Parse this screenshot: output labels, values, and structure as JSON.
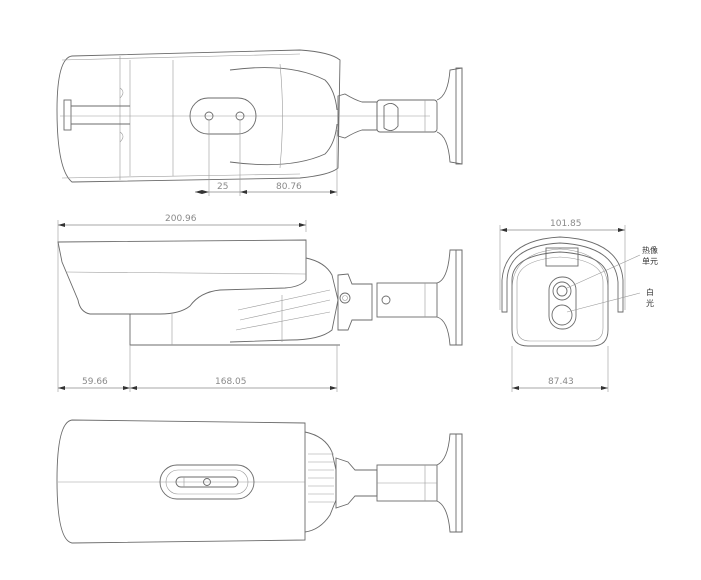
{
  "drawing": {
    "title": "Bullet camera dimension drawing",
    "views": [
      "top-view",
      "side-view",
      "front-view",
      "bottom-view"
    ],
    "top_view": {
      "dimensions": {
        "hole_spacing": "25",
        "hole_to_rear": "80.76"
      }
    },
    "side_view": {
      "dimensions": {
        "overall_length": "200.96",
        "front_hood": "59.66",
        "body_length": "168.05"
      }
    },
    "front_view": {
      "dimensions": {
        "hood_width": "101.85",
        "body_width": "87.43"
      },
      "callouts": {
        "thermal_unit_line1": "热像",
        "thermal_unit_line2": "单元",
        "white_light_line1": "白",
        "white_light_line2": "光"
      }
    },
    "colors": {
      "line": "#6b6b6b",
      "dimension_text": "#8a8a8a",
      "arrow": "#333333",
      "background": "#ffffff"
    }
  }
}
